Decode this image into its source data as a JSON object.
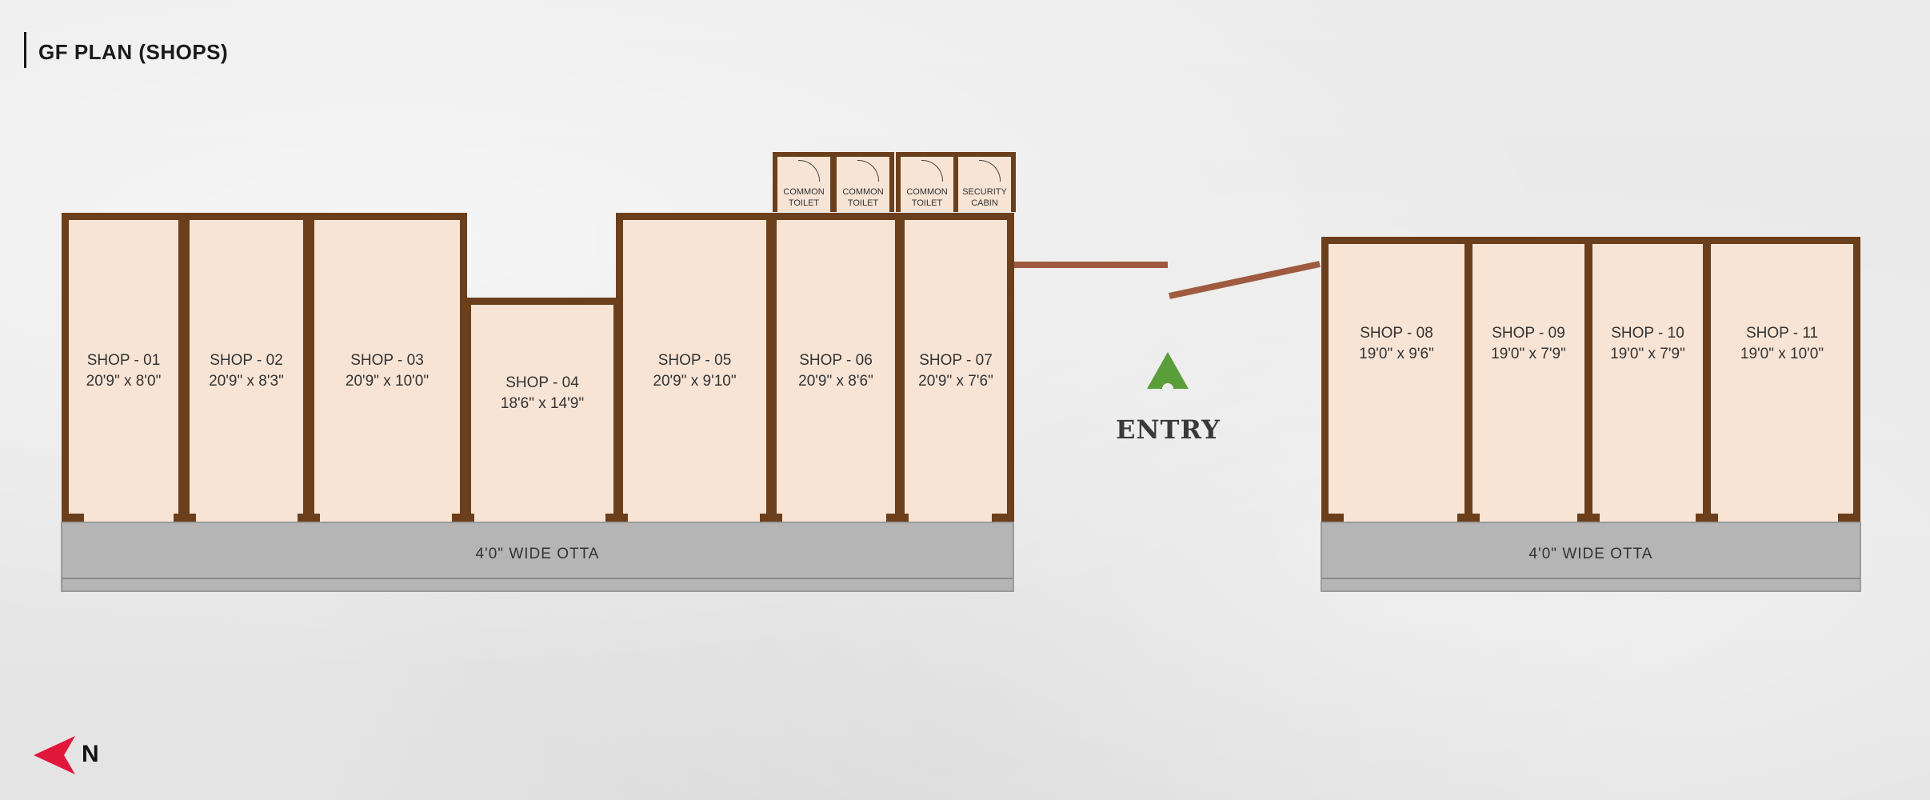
{
  "title": "GF PLAN (SHOPS)",
  "shops": [
    {
      "name": "SHOP - 01",
      "size": "20'9\" x 8'0\""
    },
    {
      "name": "SHOP - 02",
      "size": "20'9\" x 8'3\""
    },
    {
      "name": "SHOP - 03",
      "size": "20'9\" x 10'0\""
    },
    {
      "name": "SHOP - 04",
      "size": "18'6\" x 14'9\""
    },
    {
      "name": "SHOP - 05",
      "size": "20'9\" x 9'10\""
    },
    {
      "name": "SHOP - 06",
      "size": "20'9\" x 8'6\""
    },
    {
      "name": "SHOP - 07",
      "size": "20'9\" x 7'6\""
    },
    {
      "name": "SHOP - 08",
      "size": "19'0\" x 9'6\""
    },
    {
      "name": "SHOP - 09",
      "size": "19'0\" x 7'9\""
    },
    {
      "name": "SHOP - 10",
      "size": "19'0\" x 7'9\""
    },
    {
      "name": "SHOP - 11",
      "size": "19'0\" x 10'0\""
    }
  ],
  "utility_rooms": [
    {
      "line1": "COMMON",
      "line2": "TOILET"
    },
    {
      "line1": "COMMON",
      "line2": "TOILET"
    },
    {
      "line1": "COMMON",
      "line2": "TOILET"
    },
    {
      "line1": "SECURITY",
      "line2": "CABIN"
    }
  ],
  "otta_left": "4'0\" WIDE OTTA",
  "otta_right": "4'0\" WIDE OTTA",
  "entry": "ENTRY",
  "north": "N",
  "colors": {
    "wall": "#6b3f1c",
    "room_fill": "#f7e4d5",
    "otta": "#b5b5b5",
    "entry_arrow": "#5a9e3a",
    "north_arrow": "#e0173b"
  }
}
